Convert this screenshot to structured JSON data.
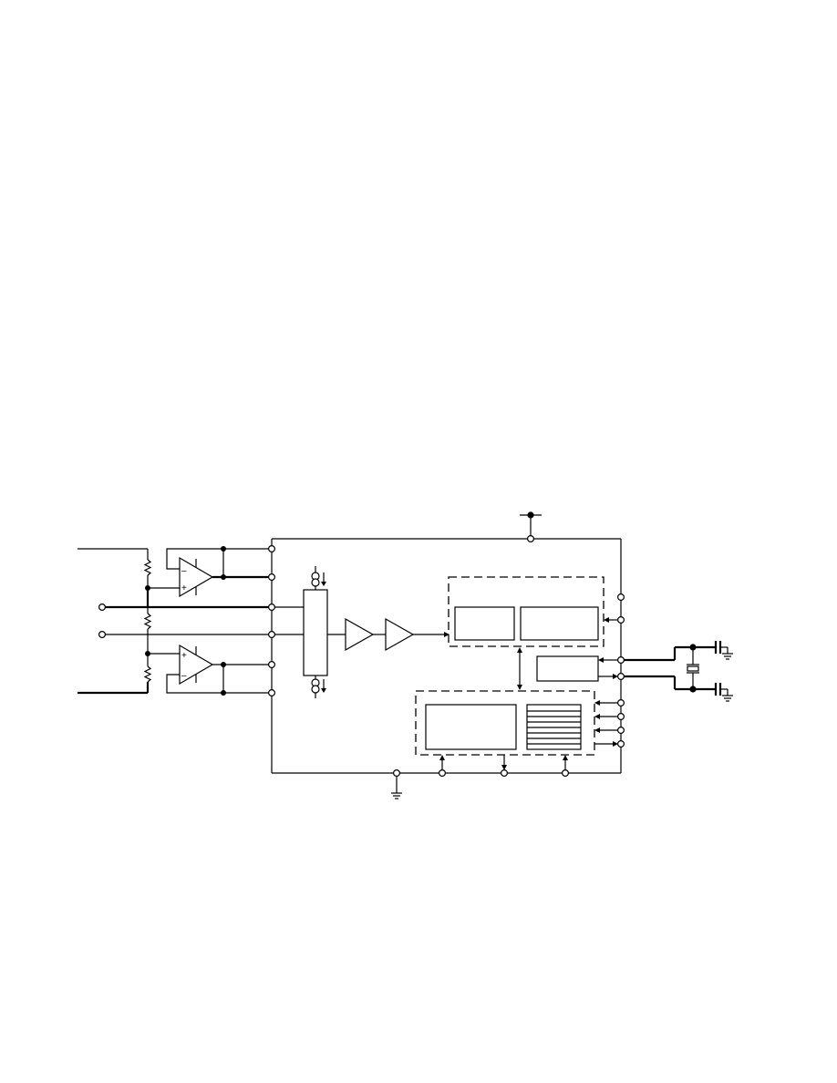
{
  "diagram": {
    "kind": "block diagram",
    "colors": {
      "ink": "#000000",
      "background": "#ffffff"
    },
    "symbols": [
      "op-amp",
      "op-amp",
      "resistor",
      "resistor",
      "resistor",
      "current-source",
      "current-source",
      "buffer",
      "buffer",
      "crystal",
      "capacitor",
      "capacitor",
      "ground",
      "ground",
      "ground",
      "supply-pin"
    ],
    "op_amp_signs": {
      "plus": "+",
      "minus": "–"
    }
  }
}
